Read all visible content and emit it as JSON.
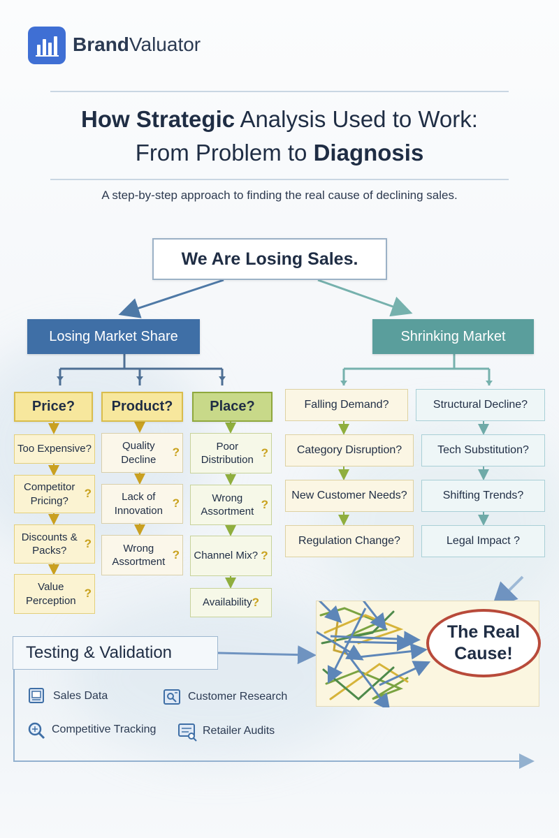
{
  "brand": {
    "bold": "Brand",
    "light": "Valuator",
    "icon": "bar-chart-icon",
    "color": "#3f6fd4"
  },
  "title": {
    "line1_bold": "How Strategic",
    "line1_rest": " Analysis Used to Work:",
    "line2_rest": "From Problem to ",
    "line2_bold": "Diagnosis"
  },
  "subtitle": "A step-by-step approach to finding the real cause of declining sales.",
  "root": "We Are Losing Sales.",
  "left_branch": {
    "label": "Losing Market Share",
    "color": "#3f6fa6"
  },
  "right_branch": {
    "label": "Shrinking Market",
    "color": "#5a9e9c"
  },
  "categories": {
    "price": {
      "label": "Price?",
      "items": [
        {
          "text": "Too Expensive?",
          "q": ""
        },
        {
          "text": "Competitor Pricing?",
          "q": "?"
        },
        {
          "text": "Discounts & Packs?",
          "q": "?"
        },
        {
          "text": "Value Perception",
          "q": "?"
        }
      ]
    },
    "product": {
      "label": "Product?",
      "items": [
        {
          "text": "Quality Decline",
          "q": "?"
        },
        {
          "text": "Lack of Innovation",
          "q": "?"
        },
        {
          "text": "Wrong Assortment",
          "q": "?"
        }
      ]
    },
    "place": {
      "label": "Place?",
      "items": [
        {
          "text": "Poor Distribution",
          "q": "?"
        },
        {
          "text": "Wrong Assortment",
          "q": "?"
        },
        {
          "text": "Channel Mix?",
          "q": "?"
        },
        {
          "text": "Availability",
          "q": "?"
        }
      ]
    }
  },
  "market_columns": {
    "left": [
      "Falling Demand?",
      "Category Disruption?",
      "New Customer Needs?",
      "Regulation Change?"
    ],
    "right": [
      "Structural Decline?",
      "Tech Substitution?",
      "Shifting Trends?",
      "Legal Impact ?"
    ]
  },
  "testing": {
    "label": "Testing & Validation",
    "tools": [
      {
        "label": "Sales Data",
        "icon": "sales-data-icon"
      },
      {
        "label": "Customer Research",
        "icon": "customer-research-icon"
      },
      {
        "label": "Competitive Tracking",
        "icon": "magnifier-icon"
      },
      {
        "label": "Retailer Audits",
        "icon": "retailer-audit-icon"
      }
    ]
  },
  "real_cause": {
    "line1": "The Real",
    "line2": "Cause!"
  }
}
